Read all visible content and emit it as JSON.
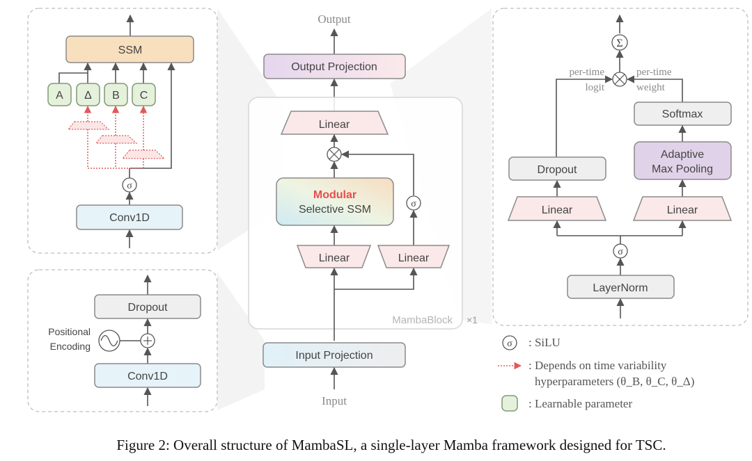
{
  "figure": {
    "caption": "Figure 2: Overall structure of MambaSL, a single-layer Mamba framework designed for TSC.",
    "colors": {
      "ssm_orange": "#f8dfbd",
      "param_green": "#e6f1dc",
      "conv_blue": "#e6f3f9",
      "linear_pink": "#fbe8e8",
      "gray_box": "#efefef",
      "purple_box": "#e0d2e8",
      "accent_red": "#e84d4d"
    }
  },
  "selective_ssm_panel": {
    "ssm_label": "SSM",
    "params": [
      "A",
      "Δ",
      "B",
      "C"
    ],
    "activation": "σ",
    "conv_label": "Conv1D"
  },
  "embedding_panel": {
    "dropout_label": "Dropout",
    "pos_enc_label_line1": "Positional",
    "pos_enc_label_line2": "Encoding",
    "add_symbol": "+",
    "conv_label": "Conv1D"
  },
  "main_pipeline": {
    "output_label": "Output",
    "output_projection": "Output Projection",
    "linear_top": "Linear",
    "multiply_symbol": "×",
    "modular_label": "Modular",
    "selective_ssm_label": "Selective SSM",
    "activation": "σ",
    "linear_left": "Linear",
    "linear_right": "Linear",
    "block_label": "MambaBlock",
    "repeat_label": "×1",
    "input_projection": "Input Projection",
    "input_label": "Input"
  },
  "head_panel": {
    "sum_symbol": "Σ",
    "multiply_symbol": "×",
    "logit_label_line1": "per-time",
    "logit_label_line2": "logit",
    "weight_label_line1": "per-time",
    "weight_label_line2": "weight",
    "softmax": "Softmax",
    "adaptive_line1": "Adaptive",
    "adaptive_line2": "Max Pooling",
    "dropout": "Dropout",
    "linear_left": "Linear",
    "linear_right": "Linear",
    "activation": "σ",
    "layernorm": "LayerNorm"
  },
  "legend": {
    "silu_symbol": "σ",
    "silu_text": ": SiLU",
    "dotted_text_line1": ": Depends on time variability",
    "dotted_text_line2": "hyperparameters (θ_B, θ_C, θ_Δ)",
    "learnable_text": ": Learnable parameter"
  }
}
